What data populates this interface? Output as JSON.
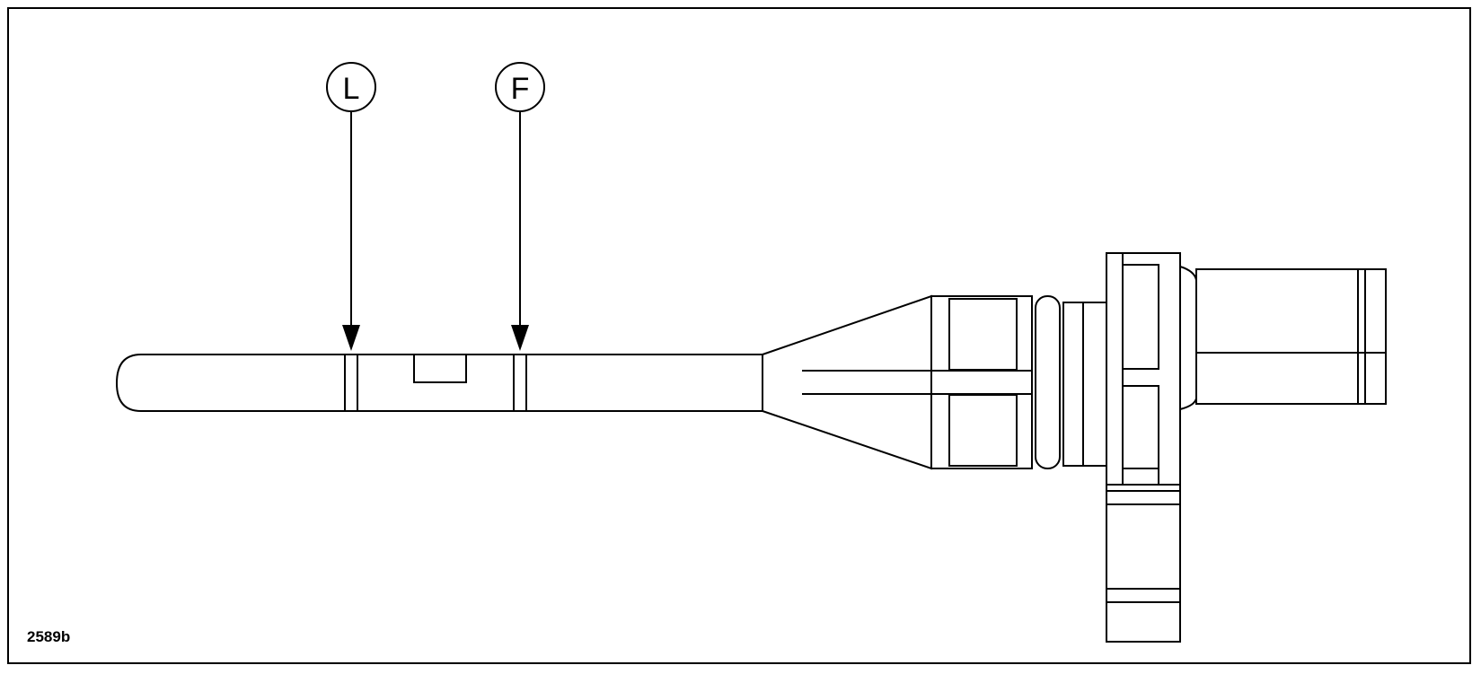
{
  "callouts": {
    "low_mark": {
      "letter": "L"
    },
    "full_mark": {
      "letter": "F"
    }
  },
  "figure_ref": "2589b",
  "colors": {
    "line": "#000000",
    "background": "#ffffff"
  }
}
